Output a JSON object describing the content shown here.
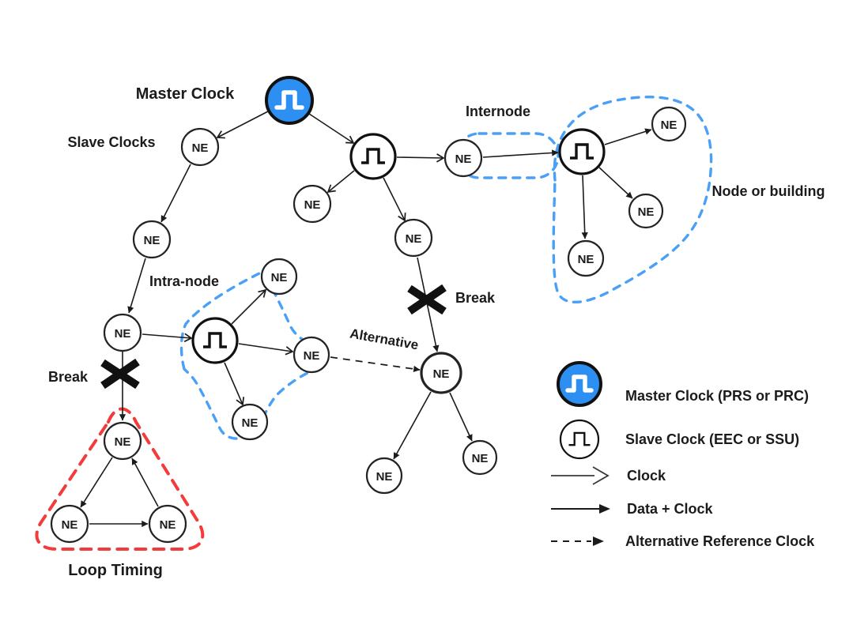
{
  "labels": {
    "master_clock": "Master Clock",
    "slave_clocks": "Slave Clocks",
    "internode": "Internode",
    "intra_node": "Intra-node",
    "node_or_building": "Node or building",
    "break_left": "Break",
    "break_center": "Break",
    "alternative": "Alternative",
    "loop_timing": "Loop Timing"
  },
  "nodes": [
    {
      "id": "ne-below-master",
      "label": "NE"
    },
    {
      "id": "ne-left-2",
      "label": "NE"
    },
    {
      "id": "ne-left-3",
      "label": "NE"
    },
    {
      "id": "ne-center-left",
      "label": "NE"
    },
    {
      "id": "ne-center-below",
      "label": "NE"
    },
    {
      "id": "ne-internode",
      "label": "NE"
    },
    {
      "id": "ne-building-top",
      "label": "NE"
    },
    {
      "id": "ne-building-right",
      "label": "NE"
    },
    {
      "id": "ne-building-bottom",
      "label": "NE"
    },
    {
      "id": "ne-intra-top",
      "label": "NE"
    },
    {
      "id": "ne-intra-right",
      "label": "NE"
    },
    {
      "id": "ne-intra-bottom",
      "label": "NE"
    },
    {
      "id": "ne-alt-hub",
      "label": "NE"
    },
    {
      "id": "ne-alt-left",
      "label": "NE"
    },
    {
      "id": "ne-alt-right",
      "label": "NE"
    },
    {
      "id": "ne-loop-top",
      "label": "NE"
    },
    {
      "id": "ne-loop-left",
      "label": "NE"
    },
    {
      "id": "ne-loop-right",
      "label": "NE"
    }
  ],
  "clock_nodes": [
    {
      "id": "master-clock",
      "type": "master",
      "icon": "pulse-wave-icon"
    },
    {
      "id": "slave-clock-center",
      "type": "slave",
      "icon": "pulse-wave-icon"
    },
    {
      "id": "slave-clock-building",
      "type": "slave",
      "icon": "pulse-wave-icon"
    },
    {
      "id": "slave-clock-intra",
      "type": "slave",
      "icon": "pulse-wave-icon"
    }
  ],
  "edges": [
    {
      "from": "master-clock",
      "to": "ne-below-master",
      "type": "clock"
    },
    {
      "from": "master-clock",
      "to": "slave-clock-center",
      "type": "clock"
    },
    {
      "from": "ne-below-master",
      "to": "ne-left-2",
      "type": "data_clock"
    },
    {
      "from": "ne-left-2",
      "to": "ne-left-3",
      "type": "data_clock"
    },
    {
      "from": "ne-left-3",
      "to": "ne-loop-top",
      "type": "data_clock",
      "break": true
    },
    {
      "from": "ne-left-3",
      "to": "slave-clock-intra",
      "type": "clock"
    },
    {
      "from": "slave-clock-center",
      "to": "ne-center-left",
      "type": "clock"
    },
    {
      "from": "slave-clock-center",
      "to": "ne-center-below",
      "type": "clock"
    },
    {
      "from": "slave-clock-center",
      "to": "ne-internode",
      "type": "clock"
    },
    {
      "from": "ne-internode",
      "to": "slave-clock-building",
      "type": "data_clock"
    },
    {
      "from": "slave-clock-building",
      "to": "ne-building-top",
      "type": "data_clock"
    },
    {
      "from": "slave-clock-building",
      "to": "ne-building-right",
      "type": "data_clock"
    },
    {
      "from": "slave-clock-building",
      "to": "ne-building-bottom",
      "type": "data_clock"
    },
    {
      "from": "slave-clock-intra",
      "to": "ne-intra-top",
      "type": "clock"
    },
    {
      "from": "slave-clock-intra",
      "to": "ne-intra-right",
      "type": "clock"
    },
    {
      "from": "slave-clock-intra",
      "to": "ne-intra-bottom",
      "type": "clock"
    },
    {
      "from": "ne-center-below",
      "to": "ne-alt-hub",
      "type": "data_clock",
      "break": true
    },
    {
      "from": "ne-intra-right",
      "to": "ne-alt-hub",
      "type": "alternative"
    },
    {
      "from": "ne-alt-hub",
      "to": "ne-alt-left",
      "type": "data_clock"
    },
    {
      "from": "ne-alt-hub",
      "to": "ne-alt-right",
      "type": "data_clock"
    },
    {
      "from": "ne-loop-top",
      "to": "ne-loop-left",
      "type": "data_clock"
    },
    {
      "from": "ne-loop-left",
      "to": "ne-loop-right",
      "type": "data_clock"
    },
    {
      "from": "ne-loop-right",
      "to": "ne-loop-top",
      "type": "data_clock"
    }
  ],
  "legend": {
    "master_clock": "Master Clock (PRS or PRC)",
    "slave_clock": "Slave Clock (EEC or SSU)",
    "clock": "Clock",
    "data_clock": "Data + Clock",
    "alternative_reference_clock": "Alternative Reference Clock"
  },
  "colors": {
    "master_blue": "#2e8ff2",
    "dashed_blue": "#4aa0f7",
    "alert_red": "#f43b3b",
    "line_black": "#1b1b1b"
  },
  "icons": {
    "master_clock": "pulse-wave-icon",
    "slave_clock": "pulse-wave-icon",
    "break": "x-mark-icon",
    "clock_edge": "open-arrow-icon",
    "data_clock_edge": "solid-arrow-icon",
    "alternative_edge": "dashed-arrow-icon"
  }
}
